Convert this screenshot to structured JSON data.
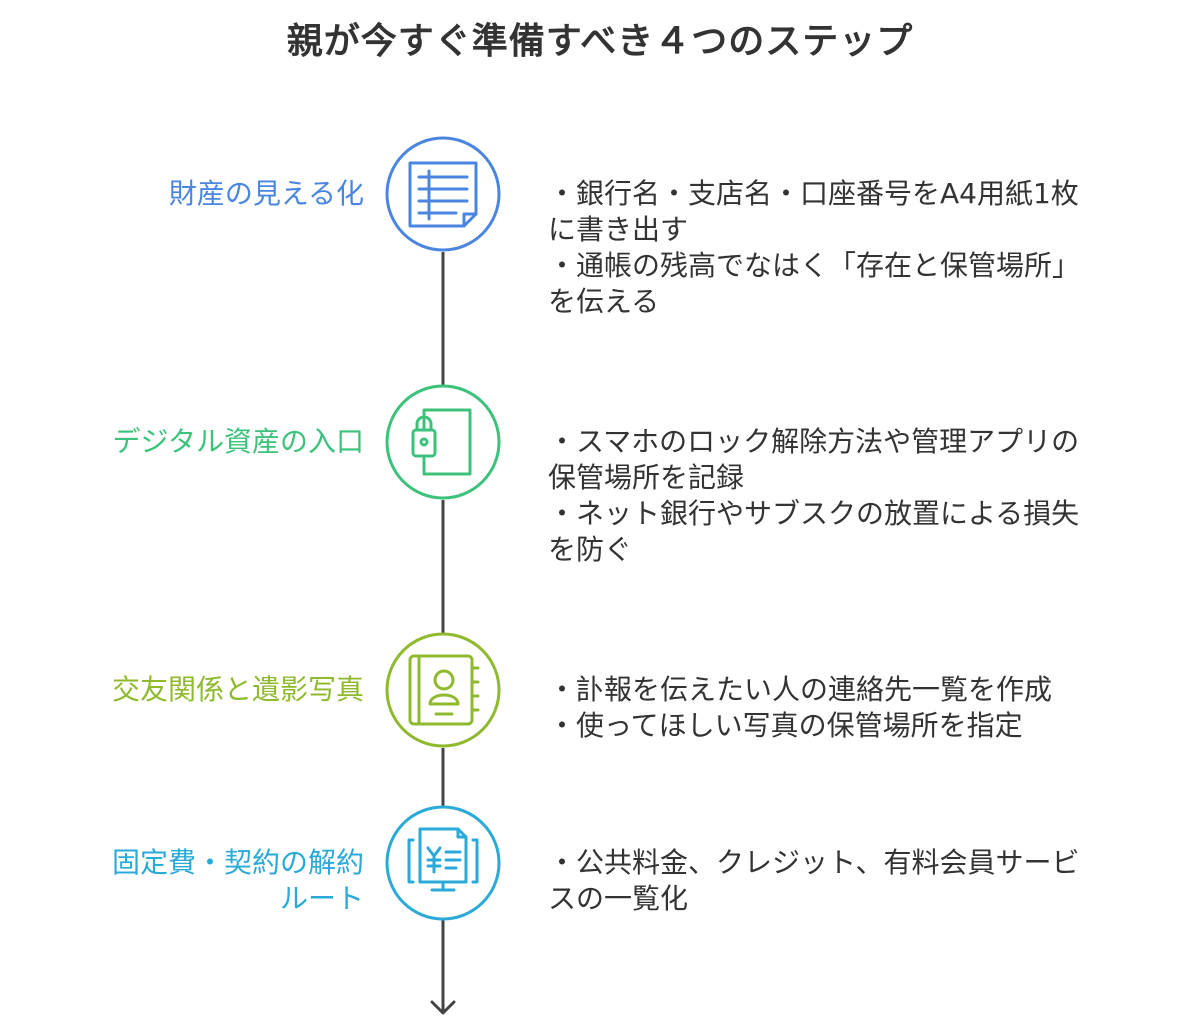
{
  "title": "親が今すぐ準備すべき４つのステップ",
  "colors": {
    "line": "#444444",
    "step1": "#4a86e0",
    "step2": "#3cc27a",
    "step3": "#8fba2e",
    "step4": "#2aaad8"
  },
  "steps": [
    {
      "label": "財産の見える化",
      "icon": "document-list-icon",
      "desc": [
        "・銀行名・支店名・口座番号をA4用紙1枚",
        "に書き出す",
        "・通帳の残高でなはく「存在と保管場所」",
        "を伝える"
      ]
    },
    {
      "label": "デジタル資産の入口",
      "icon": "padlock-phone-icon",
      "desc": [
        "・スマホのロック解除方法や管理アプリの",
        "保管場所を記録",
        "・ネット銀行やサブスクの放置による損失",
        "を防ぐ"
      ]
    },
    {
      "label": "交友関係と遺影写真",
      "icon": "address-book-icon",
      "desc": [
        "・訃報を伝えたい人の連絡先一覧を作成",
        "・使ってほしい写真の保管場所を指定"
      ]
    },
    {
      "label_lines": [
        "固定費・契約の解約",
        "ルート"
      ],
      "icon": "yen-invoice-computer-icon",
      "desc": [
        "・公共料金、クレジット、有料会員サービ",
        "スの一覧化"
      ]
    }
  ]
}
